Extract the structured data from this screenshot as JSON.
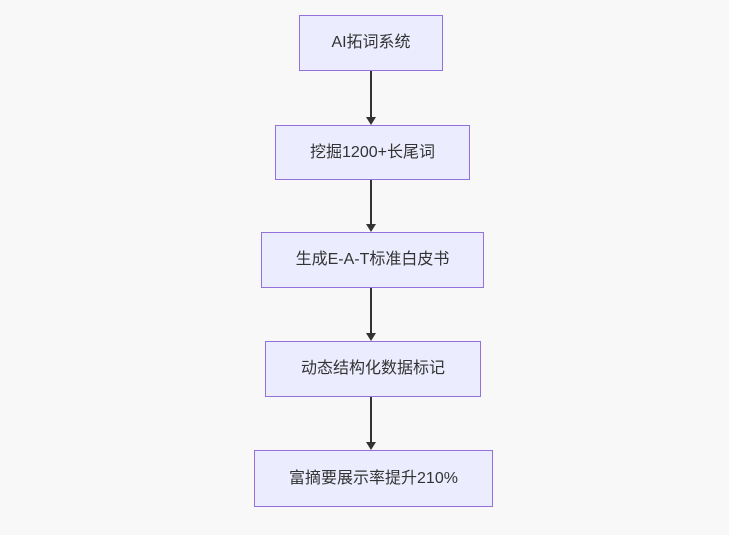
{
  "diagram": {
    "type": "flowchart",
    "direction": "top-down",
    "nodes": [
      {
        "label": "AI拓词系统"
      },
      {
        "label": "挖掘1200+长尾词"
      },
      {
        "label": "生成E-A-T标准白皮书"
      },
      {
        "label": "动态结构化数据标记"
      },
      {
        "label": "富摘要展示率提升210%"
      }
    ],
    "edges": [
      {
        "from": "AI拓词系统",
        "to": "挖掘1200+长尾词"
      },
      {
        "from": "挖掘1200+长尾词",
        "to": "生成E-A-T标准白皮书"
      },
      {
        "from": "生成E-A-T标准白皮书",
        "to": "动态结构化数据标记"
      },
      {
        "from": "动态结构化数据标记",
        "to": "富摘要展示率提升210%"
      }
    ],
    "colors": {
      "background": "#f8f8f8",
      "node_fill": "#ECECFF",
      "node_border": "#9370DB",
      "edge": "#333333",
      "text": "#333333"
    }
  }
}
